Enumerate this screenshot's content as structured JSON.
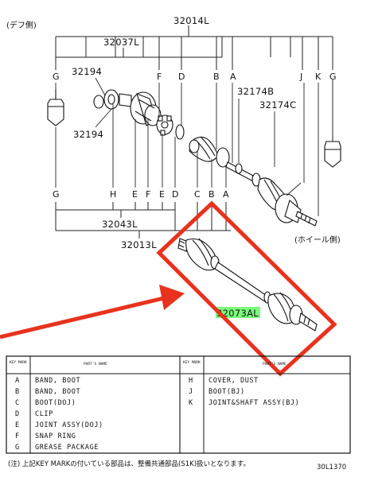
{
  "diagram": {
    "labels": {
      "diff_side": "(デフ側)",
      "wheel_side": "(ホイール側)",
      "part_32014L": "32014L",
      "part_32037L": "32037L",
      "part_32194_top": "32194",
      "part_32194_bottom": "32194",
      "part_32174B": "32174B",
      "part_32174C": "32174C",
      "part_32043L": "32043L",
      "part_32013L": "32013L",
      "part_32073AL": "32073AL"
    },
    "top_letters": [
      "G",
      "F",
      "D",
      "B",
      "A",
      "J",
      "K",
      "G"
    ],
    "bottom_letters": [
      "G",
      "H",
      "E",
      "F",
      "E",
      "D",
      "C",
      "B",
      "A"
    ],
    "highlight_color": "#7CFC7C",
    "callout_color": "#E8321E"
  },
  "table": {
    "header_key": "KEY MARK",
    "header_name": "PART'S NAME",
    "left_rows": [
      {
        "key": "A",
        "name": "BAND, BOOT"
      },
      {
        "key": "B",
        "name": "BAND, BOOT"
      },
      {
        "key": "C",
        "name": "BOOT(DOJ)"
      },
      {
        "key": "D",
        "name": "CLIP"
      },
      {
        "key": "E",
        "name": "JOINT ASSY(DOJ)"
      },
      {
        "key": "F",
        "name": "SNAP RING"
      },
      {
        "key": "G",
        "name": "GREASE PACKAGE"
      }
    ],
    "right_rows": [
      {
        "key": "H",
        "name": "COVER, DUST"
      },
      {
        "key": "J",
        "name": "BOOT(BJ)"
      },
      {
        "key": "K",
        "name": "JOINT&SHAFT ASSY(BJ)"
      }
    ]
  },
  "footer": {
    "note": "(注) 上記KEY MARKの付いている部品は、整備共通部品(S1K)扱いとなります。",
    "code": "30L1370"
  }
}
